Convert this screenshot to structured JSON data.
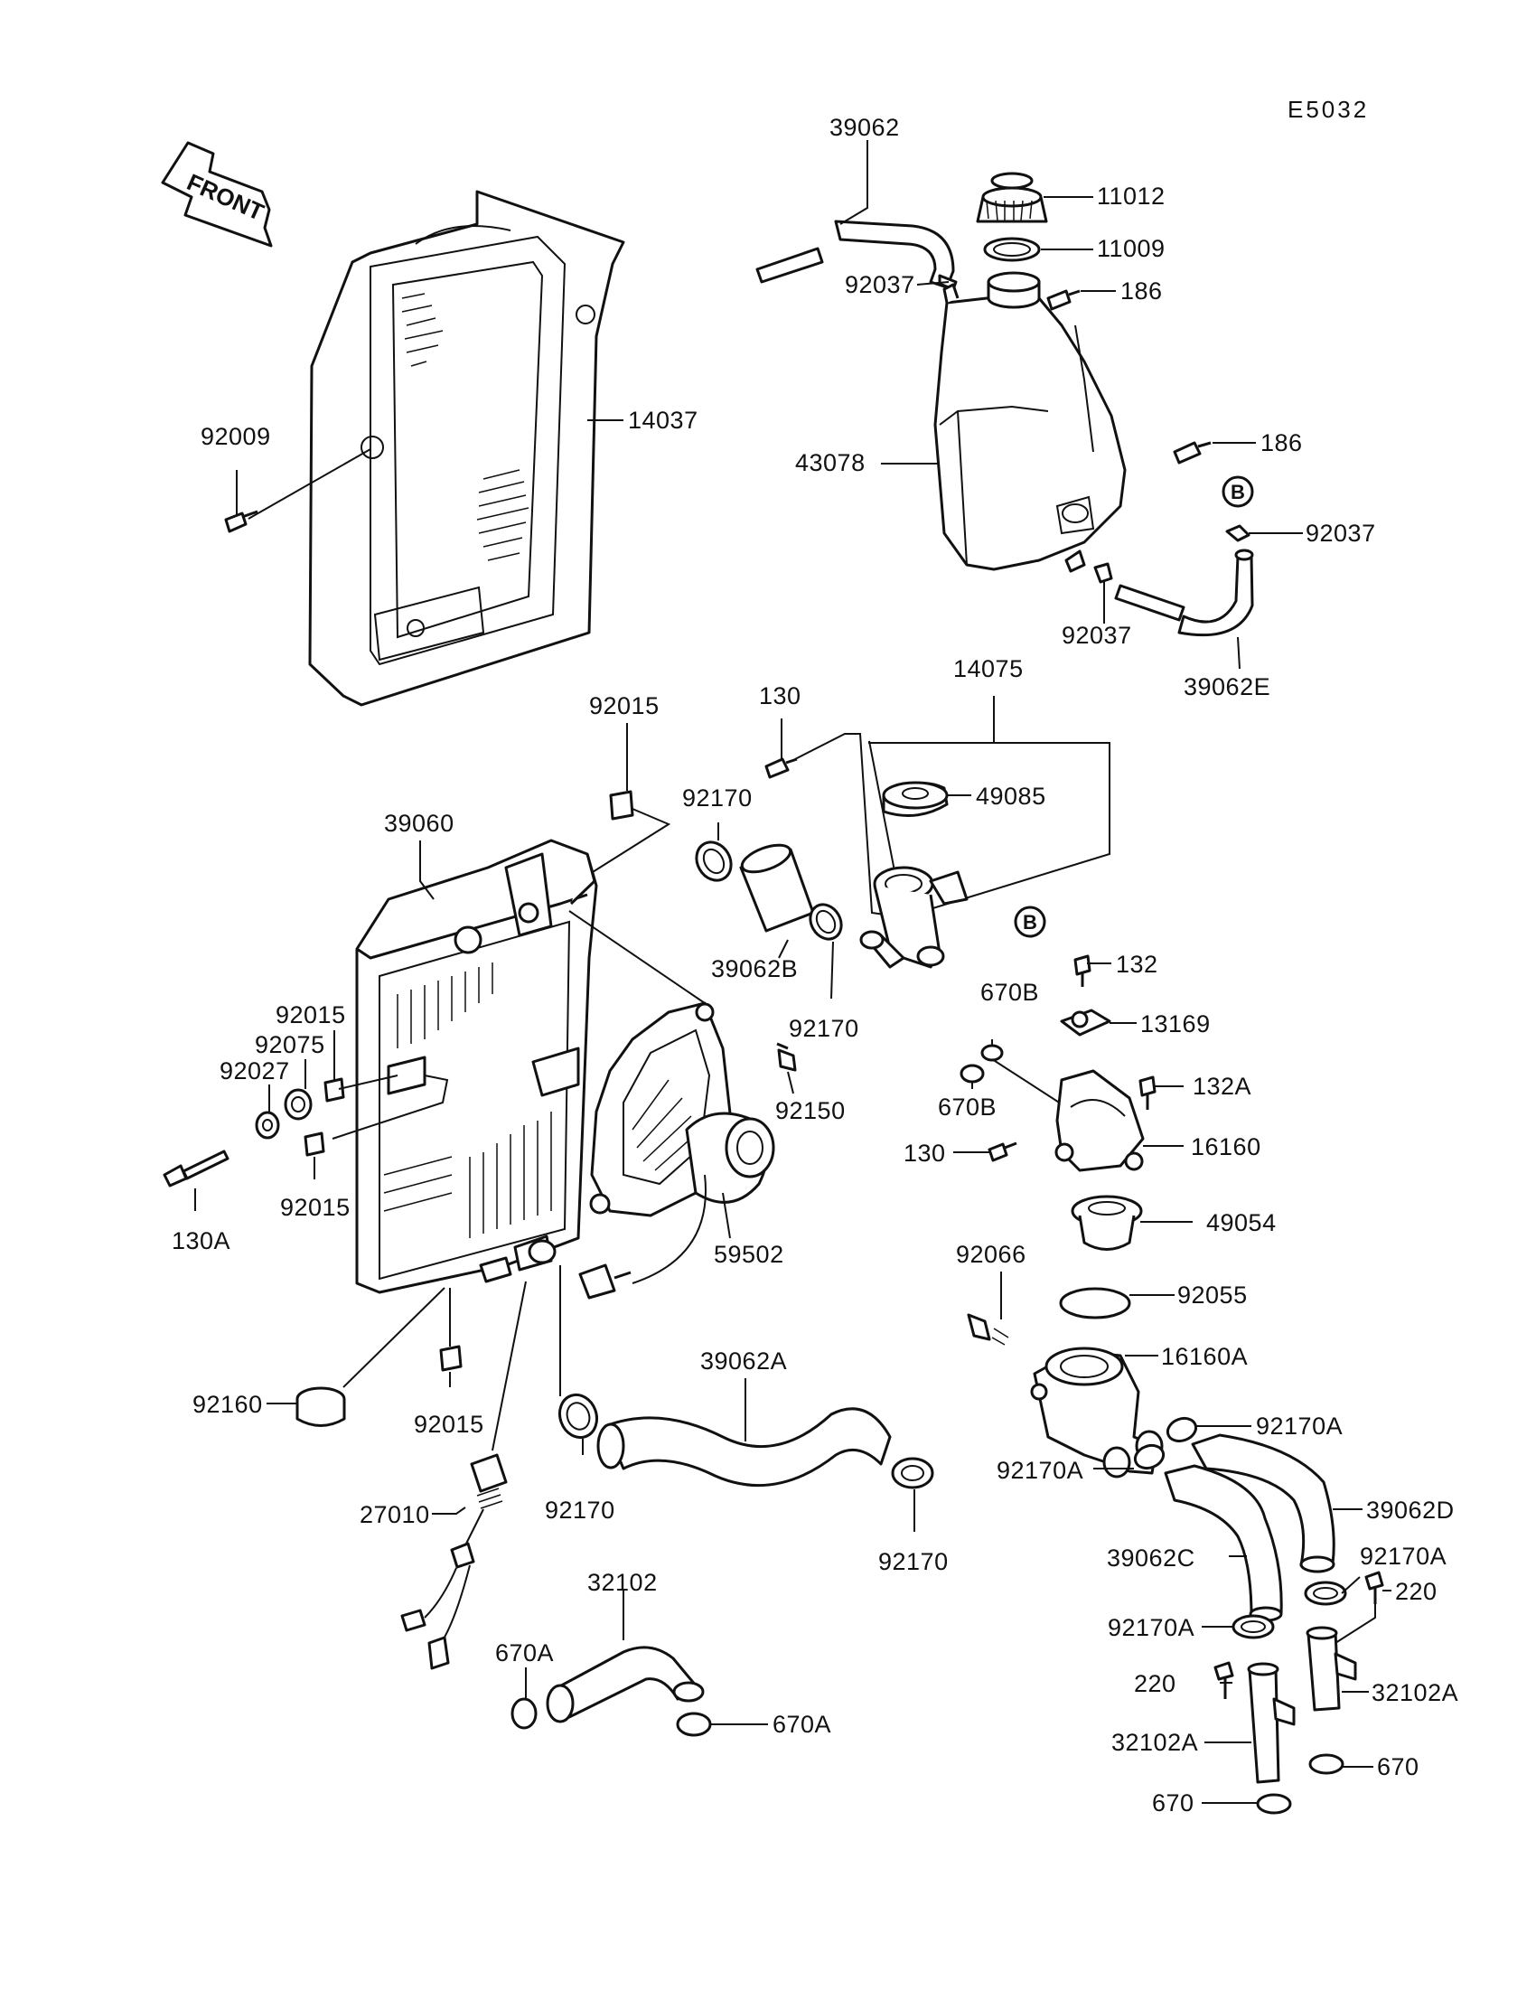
{
  "diagram": {
    "reference_code": "E5032",
    "front_arrow_label": "FRONT",
    "callout_letter": "B",
    "labels": {
      "p39062": "39062",
      "p11012": "11012",
      "p11009": "11009",
      "p92037_top": "92037",
      "p186_top": "186",
      "p14037": "14037",
      "p92009": "92009",
      "p43078": "43078",
      "p186_mid": "186",
      "p92037_right": "92037",
      "p92037_bottom": "92037",
      "p39062E": "39062E",
      "p14075": "14075",
      "p92015_top": "92015",
      "p130_top": "130",
      "p92170_top": "92170",
      "p49085": "49085",
      "p39060": "39060",
      "p39062B": "39062B",
      "p92170_mid": "92170",
      "p132": "132",
      "p670B_top": "670B",
      "p13169": "13169",
      "p92015_left1": "92015",
      "p92075": "92075",
      "p92027": "92027",
      "p92150": "92150",
      "p670B_bottom": "670B",
      "p132A": "132A",
      "p130_right": "130",
      "p16160": "16160",
      "p92015_left2": "92015",
      "p130A": "130A",
      "p59502": "59502",
      "p49054": "49054",
      "p92066": "92066",
      "p92055": "92055",
      "p39062A": "39062A",
      "p16160A": "16160A",
      "p92160": "92160",
      "p92015_bottom": "92015",
      "p92170A_1": "92170A",
      "p92170A_2": "92170A",
      "p27010": "27010",
      "p92170_bl": "92170",
      "p39062D": "39062D",
      "p92170_br": "92170",
      "p39062C": "39062C",
      "p92170A_3": "92170A",
      "p32102": "32102",
      "p220_top": "220",
      "p670A_left": "670A",
      "p92170A_4": "92170A",
      "p670A_right": "670A",
      "p220_bottom": "220",
      "p32102A_right": "32102A",
      "p32102A_left": "32102A",
      "p670_right": "670",
      "p670_bottom": "670"
    }
  }
}
